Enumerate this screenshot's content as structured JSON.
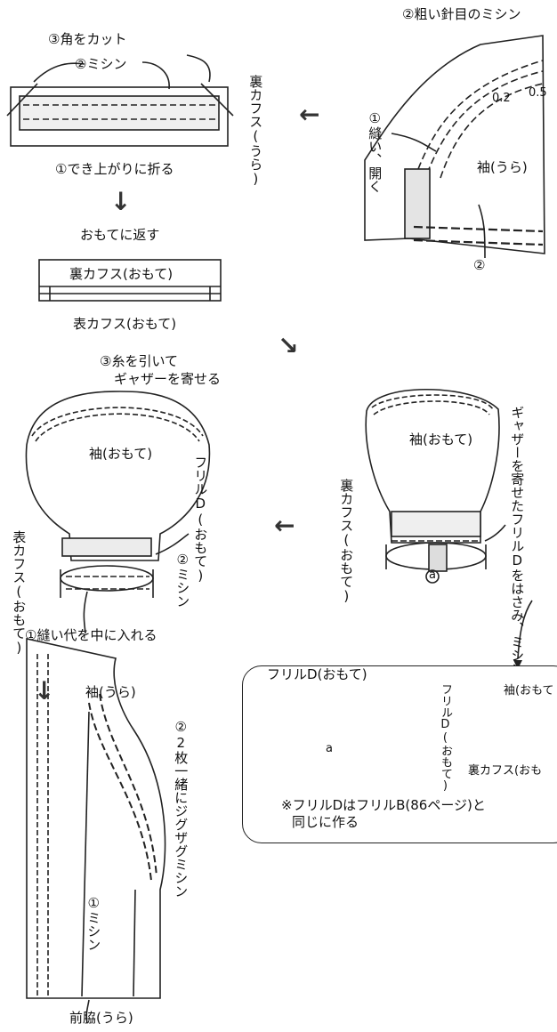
{
  "step1": {
    "cut_corners": "③角をカット",
    "stitch": "②ミシン",
    "fold": "①でき上がりに折る",
    "ura_cuffs": "裏カフス(うら)"
  },
  "step2": {
    "coarse_stitch": "②粗い針目のミシン",
    "measure_02": "0.2",
    "measure_05": "0.5",
    "sew_open": "①縫い、開く",
    "sleeve_back": "袖(うら)",
    "stitch_num": "②"
  },
  "step3": {
    "turn_out": "おもてに返す",
    "back_cuffs_front": "裏カフス(おもて)",
    "front_cuffs_front": "表カフス(おもて)"
  },
  "step4": {
    "pull_thread": "③糸を引いて",
    "gather": "ギャザーを寄せる",
    "sleeve_front": "袖(おもて)",
    "frill_d": "フリルD(おもて)",
    "front_cuffs": "表カフス(おもて)",
    "stitch": "②ミシン",
    "seam_allowance": "①縫い代を中に入れる"
  },
  "step5": {
    "sleeve_front": "袖(おもて)",
    "back_cuffs": "裏カフス(おもて)",
    "gathered_frill": "ギャザーを寄せたフリルDをはさみ、ミシン",
    "mark_a": "a"
  },
  "callout": {
    "frill_d_front": "フリルD(おもて)",
    "mark_a": "a",
    "frill_d_vertical": "フリルD(おもて)",
    "sleeve_partial": "袖(おもて",
    "back_cuffs_partial": "裏カフス(おも",
    "note_line1": "※フリルDはフリルB(86ページ)と",
    "note_line2": "同じに作る"
  },
  "step6": {
    "sleeve_back": "袖(うら)",
    "zigzag": "②2枚一緒にジグザグミシン",
    "stitch": "①ミシン",
    "front_side": "前脇(うら)"
  }
}
